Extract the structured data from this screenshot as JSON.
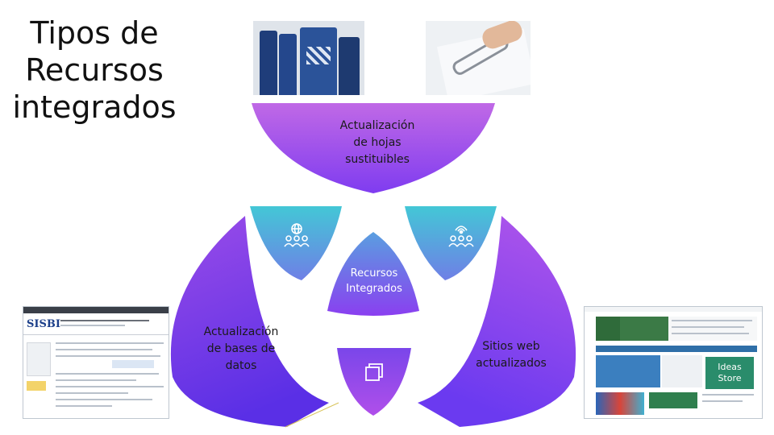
{
  "title": {
    "line1": "Tipos de",
    "line2": "Recursos",
    "line3": "integrados"
  },
  "top_petal": {
    "line1": "Actualización",
    "line2": "de hojas",
    "line3": "sustituibles"
  },
  "center": {
    "line1": "Recursos",
    "line2": "Integrados"
  },
  "left_petal": {
    "line1": "Actualización",
    "line2": "de bases de",
    "line3": "datos"
  },
  "right_petal": {
    "line1": "Sitios web",
    "line2": "actualizados"
  },
  "left_screenshot": {
    "logo_text": "SISBI"
  },
  "right_screenshot": {
    "badge_line1": "Ideas",
    "badge_line2": "Store"
  },
  "colors": {
    "petal_top": "#a14be6",
    "petal_bottom": "#6a39f2",
    "teal": "#3fb9cf",
    "accent_purple": "#8e3ef0"
  },
  "icons": [
    "globe-people-icon",
    "broadcast-people-icon",
    "window-frame-icon"
  ]
}
